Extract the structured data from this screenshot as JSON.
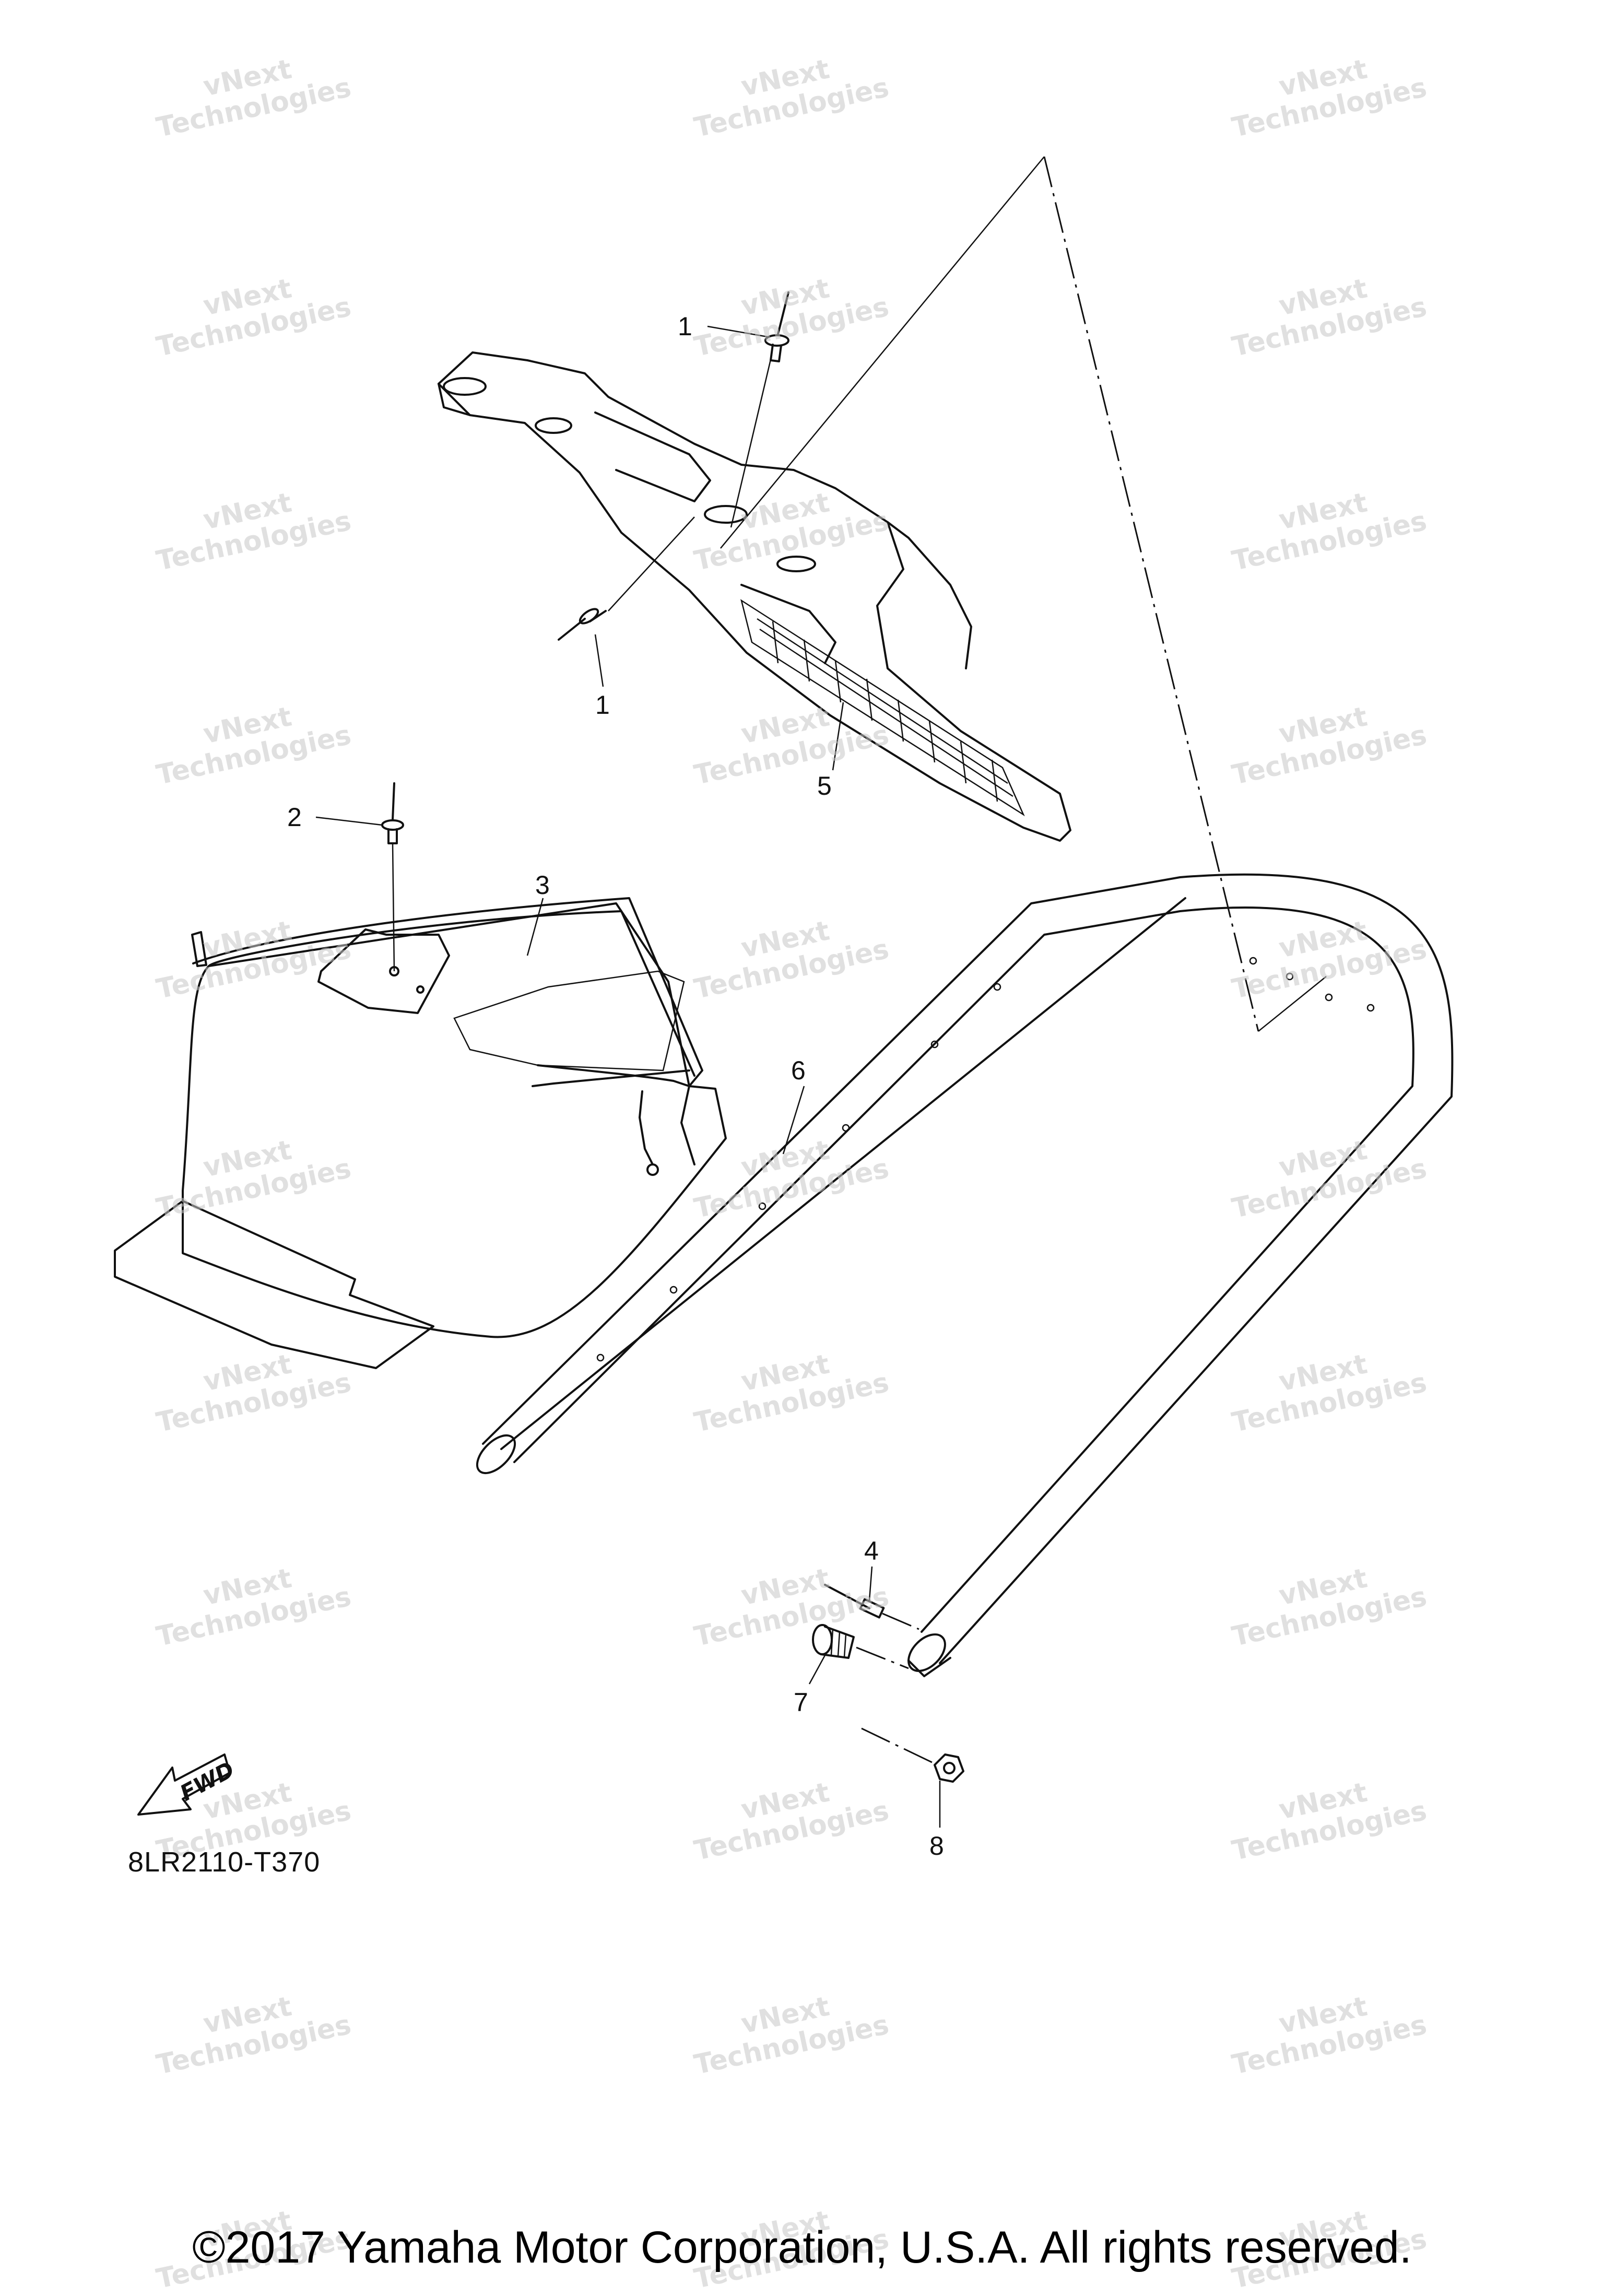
{
  "callouts": [
    {
      "id": "1a",
      "label": "1"
    },
    {
      "id": "1b",
      "label": "1"
    },
    {
      "id": "2",
      "label": "2"
    },
    {
      "id": "3",
      "label": "3"
    },
    {
      "id": "4",
      "label": "4"
    },
    {
      "id": "5",
      "label": "5"
    },
    {
      "id": "6",
      "label": "6"
    },
    {
      "id": "7",
      "label": "7"
    },
    {
      "id": "8",
      "label": "8"
    }
  ],
  "fwd_label": "FWD",
  "diagram_code": "8LR2110-T370",
  "copyright": "©2017 Yamaha Motor Corporation, U.S.A. All rights reserved.",
  "watermark": {
    "line1": "vNext",
    "line2": "Technologies"
  }
}
